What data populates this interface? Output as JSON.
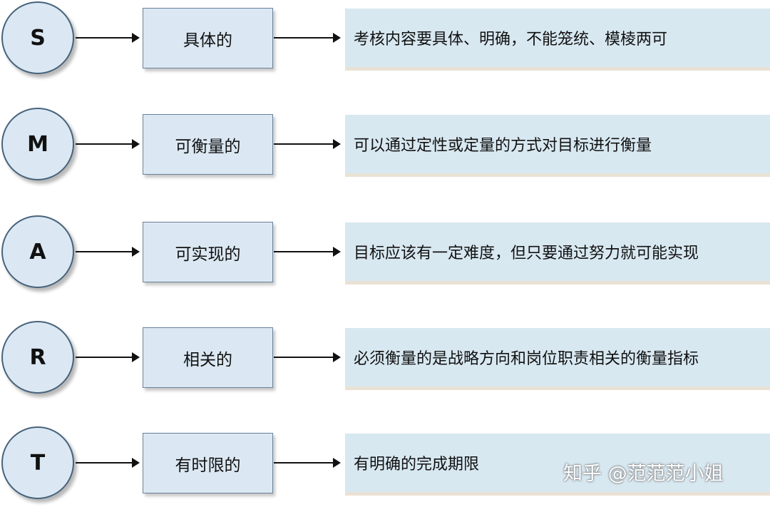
{
  "rows": [
    {
      "letter": "S",
      "name": "具体的",
      "description": "考核内容要具体、明确，不能笼统、模棱两可"
    },
    {
      "letter": "M",
      "name": "可衡量的",
      "description": "可以通过定性或定量的方式对目标进行衡量"
    },
    {
      "letter": "A",
      "name": "可实现的",
      "description": "目标应该有一定难度，但只要通过努力就可能实现"
    },
    {
      "letter": "R",
      "name": "相关的",
      "description": "必须衡量的是战略方向和岗位职责相关的衡量指标"
    },
    {
      "letter": "T",
      "name": "有时限的",
      "description": "有明确的完成期限"
    }
  ],
  "watermark": "知乎 @范范范小姐"
}
